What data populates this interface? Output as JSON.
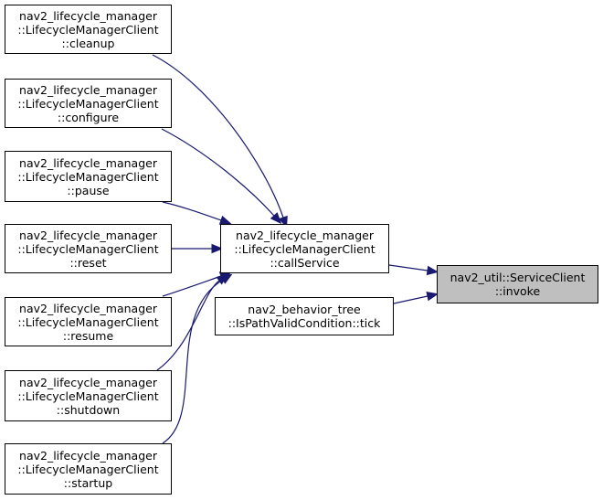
{
  "colors": {
    "edge": "#191970",
    "border": "#000000",
    "highlight_fill": "#bfbfbf"
  },
  "nodes": [
    {
      "id": "cleanup",
      "lines": [
        "nav2_lifecycle_manager",
        "::LifecycleManagerClient",
        "::cleanup"
      ]
    },
    {
      "id": "configure",
      "lines": [
        "nav2_lifecycle_manager",
        "::LifecycleManagerClient",
        "::configure"
      ]
    },
    {
      "id": "pause",
      "lines": [
        "nav2_lifecycle_manager",
        "::LifecycleManagerClient",
        "::pause"
      ]
    },
    {
      "id": "reset",
      "lines": [
        "nav2_lifecycle_manager",
        "::LifecycleManagerClient",
        "::reset"
      ]
    },
    {
      "id": "resume",
      "lines": [
        "nav2_lifecycle_manager",
        "::LifecycleManagerClient",
        "::resume"
      ]
    },
    {
      "id": "shutdown",
      "lines": [
        "nav2_lifecycle_manager",
        "::LifecycleManagerClient",
        "::shutdown"
      ]
    },
    {
      "id": "startup",
      "lines": [
        "nav2_lifecycle_manager",
        "::LifecycleManagerClient",
        "::startup"
      ]
    },
    {
      "id": "callService",
      "lines": [
        "nav2_lifecycle_manager",
        "::LifecycleManagerClient",
        "::callService"
      ]
    },
    {
      "id": "tick",
      "lines": [
        "nav2_behavior_tree",
        "::IsPathValidCondition::tick"
      ]
    },
    {
      "id": "invoke",
      "lines": [
        "nav2_util::ServiceClient",
        "::invoke"
      ]
    }
  ],
  "edges": [
    {
      "from": "cleanup",
      "to": "callService"
    },
    {
      "from": "configure",
      "to": "callService"
    },
    {
      "from": "pause",
      "to": "callService"
    },
    {
      "from": "reset",
      "to": "callService"
    },
    {
      "from": "resume",
      "to": "callService"
    },
    {
      "from": "shutdown",
      "to": "callService"
    },
    {
      "from": "startup",
      "to": "callService"
    },
    {
      "from": "callService",
      "to": "invoke"
    },
    {
      "from": "tick",
      "to": "invoke"
    }
  ]
}
